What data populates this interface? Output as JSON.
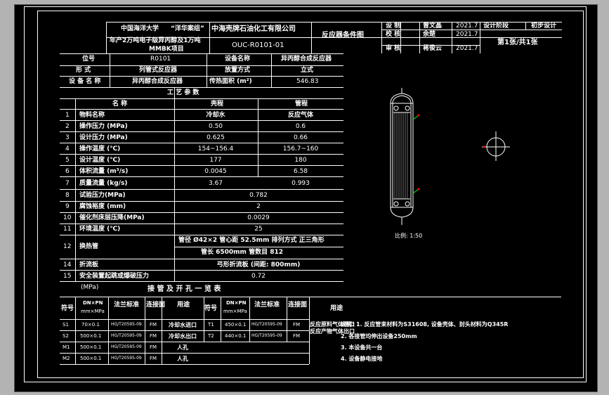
{
  "title_block": {
    "university": "中国海洋大学",
    "motto": "“洋华案组”",
    "company": "中海壳牌石油化工有限公司",
    "project": "年产2万吨电子级异丙醇及1万吨",
    "project_cont": "MMBK项目",
    "drawing_name": "反应器条件图",
    "drawing_no": "OUC-R0101-01",
    "roles": [
      {
        "role": "设 制",
        "name": "曾文晶",
        "date": "2021.7"
      },
      {
        "role": "校 核",
        "name": "余楚",
        "date": "2021.7"
      },
      {
        "role": "审 核",
        "name": "蒋俊云",
        "date": "2021.7"
      }
    ],
    "stage_label": "设计阶段",
    "stage_value": "初步设计",
    "sheet": "第1张/共1张"
  },
  "equipment": {
    "rows": [
      {
        "k1": "位号",
        "v1": "R0101",
        "k2": "设备名称",
        "v2": "异丙醇合成反应器"
      },
      {
        "k1": "形 式",
        "v1": "列管式反应器",
        "k2": "放置方式",
        "v2": "立式"
      },
      {
        "k1": "设 备 名 称",
        "v1": "异丙醇合成反应器",
        "k2": "传热面积 (m²)",
        "v2": "546.83"
      }
    ]
  },
  "process": {
    "title": "工 艺 参 数",
    "headers": {
      "name": "名 称",
      "shell": "壳程",
      "tube": "管程"
    },
    "rows": [
      {
        "no": "1",
        "name": "物料名称",
        "shell": "冷却水",
        "tube": "反应气体"
      },
      {
        "no": "2",
        "name": "操作压力 (MPa)",
        "shell": "0.50",
        "tube": "0.6"
      },
      {
        "no": "3",
        "name": "设计压力 (MPa)",
        "shell": "0.625",
        "tube": "0.66"
      },
      {
        "no": "4",
        "name": "操作温度 (℃)",
        "shell": "154~156.4",
        "tube": "156.7~160"
      },
      {
        "no": "5",
        "name": "设计温度 (℃)",
        "shell": "177",
        "tube": "180"
      },
      {
        "no": "6",
        "name": "体积流量 (m³/s)",
        "shell": "0.0045",
        "tube": "6.58"
      },
      {
        "no": "7",
        "name": "质量流量 (kg/s)",
        "shell": "3.67",
        "tube": "0.993"
      },
      {
        "no": "8",
        "name": "试验压力(MPa)",
        "merged": "0.782"
      },
      {
        "no": "9",
        "name": "腐蚀裕度 (mm)",
        "merged": "2"
      },
      {
        "no": "10",
        "name": "催化剂床层压降(MPa)",
        "merged": "0.0029"
      },
      {
        "no": "11",
        "name": "环境温度 (℃)",
        "merged": "25"
      }
    ],
    "row12": {
      "no": "12",
      "name": "换热管",
      "line1": "管径 Ø42×2    管心距 52.5mm    排列方式 正三角形",
      "line2": "管长 6500mm    管数目 812"
    },
    "row14": {
      "no": "14",
      "name": "折流板",
      "merged": "弓形折流板  (间距: 800mm)"
    },
    "row15": {
      "no": "15",
      "name": "安全装置起跳或爆破压力",
      "unit": "(MPa)",
      "merged": "0.72"
    }
  },
  "nozzles": {
    "title": "接 管 及 开 孔 一 览 表",
    "headers": [
      "符号",
      "DN×PN",
      "法兰标准",
      "连接面",
      "用途",
      "符号",
      "DN×PN",
      "法兰标准",
      "连接面",
      "用途"
    ],
    "header_units": [
      "",
      "mm×MPa",
      "",
      "",
      "",
      "",
      "mm×MPa",
      "",
      "",
      ""
    ],
    "rows": [
      {
        "s1": "S1",
        "d1": "70×0.1",
        "f1": "HG/T20595-09",
        "c1": "FM",
        "u1": "冷却水进口",
        "s2": "T1",
        "d2": "450×0.1",
        "f2": "HG/T20595-09",
        "c2": "FM",
        "u2": "反应原料气体进口"
      },
      {
        "s1": "S2",
        "d1": "500×0.1",
        "f1": "HG/T20595-09",
        "c1": "FM",
        "u1": "冷却水出口",
        "s2": "T2",
        "d2": "440×0.1",
        "f2": "HG/T20595-09",
        "c2": "FM",
        "u2": "反应产物气体出口"
      },
      {
        "s1": "M1",
        "d1": "500×0.1",
        "f1": "HG/T20595-09",
        "c1": "FM",
        "u1": "人孔"
      },
      {
        "s1": "M2",
        "d1": "500×0.1",
        "f1": "HG/T20595-09",
        "c1": "FM",
        "u1": "人孔"
      }
    ]
  },
  "notes": [
    "说明: 1. 反应管束材料为S31608, 设备壳体、封头材料为Q345R",
    "2. 各接管均伸出设备250mm",
    "3. 本设备共一台",
    "4. 设备静电接地"
  ],
  "drawing": {
    "scale_label": "比例: 1:50"
  }
}
